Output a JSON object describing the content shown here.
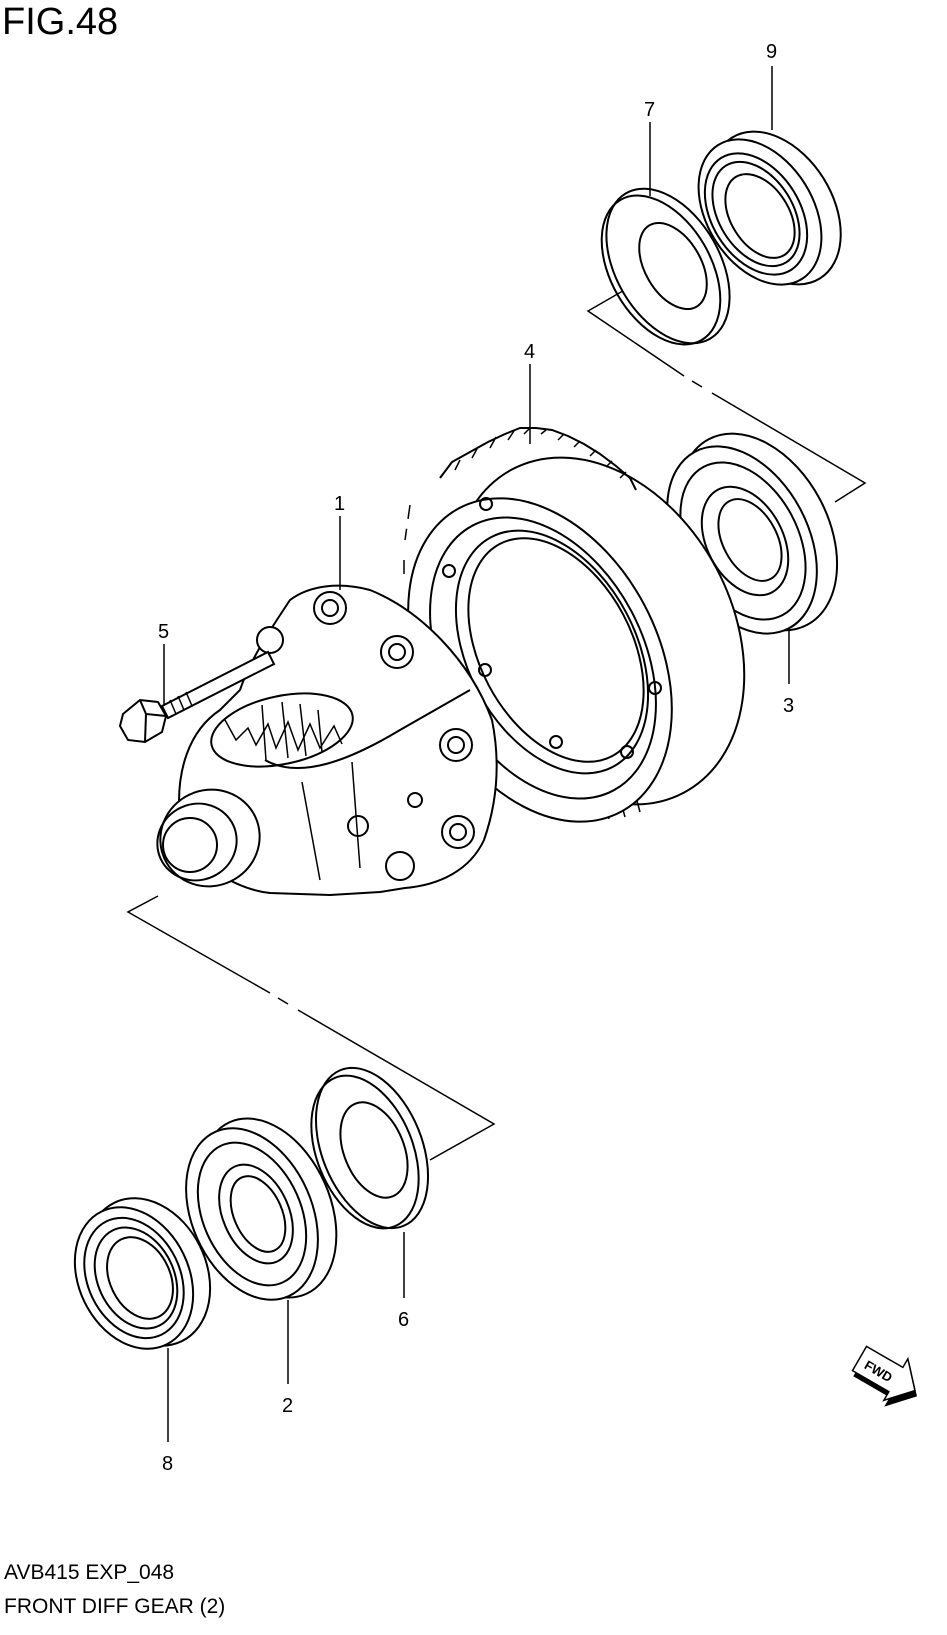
{
  "figure": {
    "title": "FIG.48",
    "code": "AVB415 EXP_048",
    "name": "FRONT DIFF GEAR (2)"
  },
  "callouts": [
    "1",
    "2",
    "3",
    "4",
    "5",
    "6",
    "7",
    "8",
    "9"
  ],
  "direction_arrow": {
    "label": "FWD",
    "icon": "fwd-arrow-icon"
  }
}
